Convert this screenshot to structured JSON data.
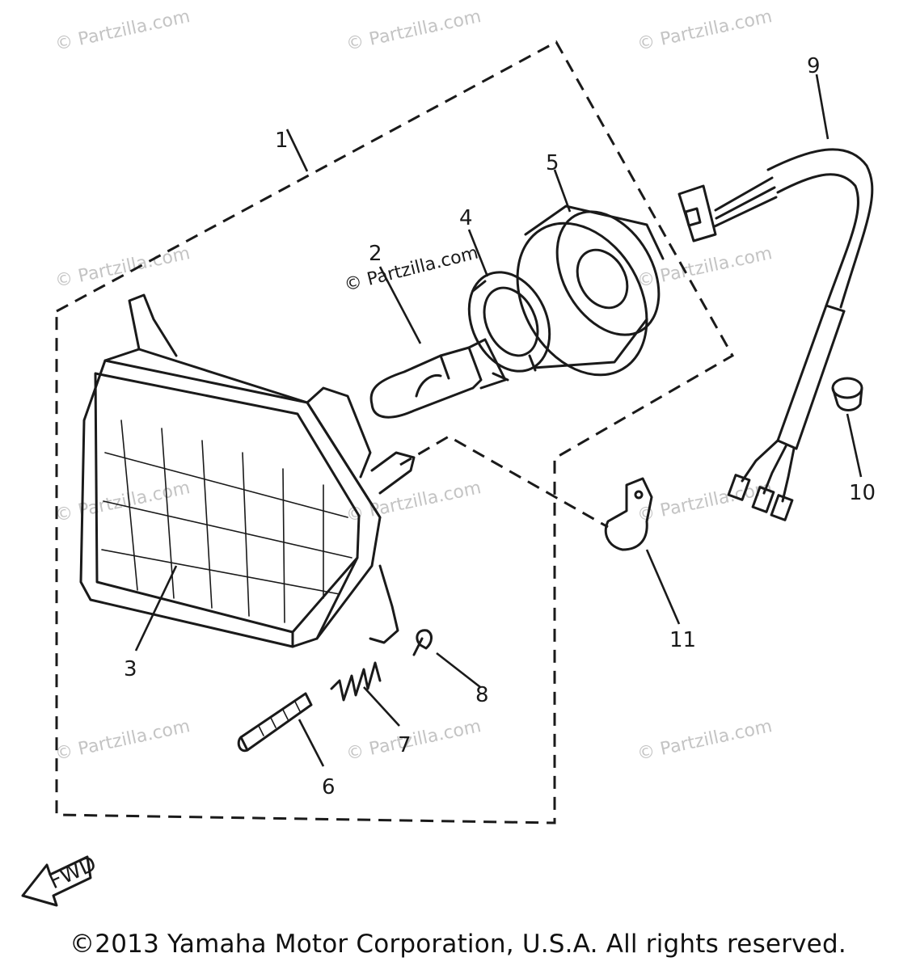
{
  "labels": {
    "l1": "1",
    "l2": "2",
    "l3": "3",
    "l4": "4",
    "l5": "5",
    "l6": "6",
    "l7": "7",
    "l8": "8",
    "l9": "9",
    "l10": "10",
    "l11": "11"
  },
  "watermark": "© Partzilla.com",
  "arrow_text": "FWD",
  "copyright": "©2013 Yamaha Motor Corporation, U.S.A. All rights reserved."
}
